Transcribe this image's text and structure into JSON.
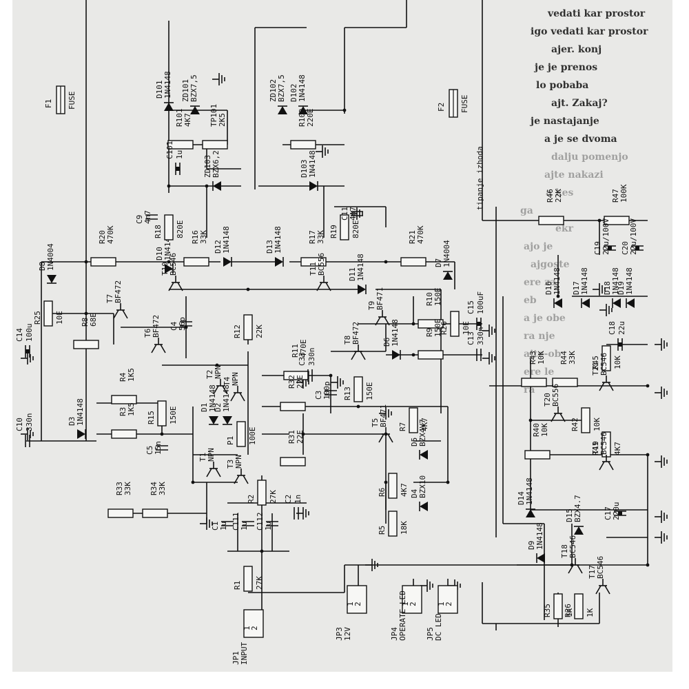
{
  "background_text": [
    "vedati kar prostor",
    "igo vedati kar prostor",
    "ajer. konj",
    "je je prenos",
    "lo pobaba",
    "ajt. Zakaj?",
    "je nastajanje",
    "a je se dvoma",
    "dalju pomenjo",
    "ajte nakazi",
    "a kes",
    "ga",
    "ekr",
    "ajo je",
    "ajgoste",
    "ere za",
    "eb",
    "a je obe",
    "ra nje",
    "ajte-ob",
    "ere le",
    "ra"
  ],
  "fuses": [
    {
      "ref": "F1",
      "value": "FUSE"
    },
    {
      "ref": "F2",
      "value": "FUSE"
    }
  ],
  "diodes": [
    {
      "ref": "D101",
      "value": "1N4148"
    },
    {
      "ref": "ZD101",
      "value": "BZX7,5"
    },
    {
      "ref": "ZD102",
      "value": "BZX7,5"
    },
    {
      "ref": "D102",
      "value": "1N4148"
    },
    {
      "ref": "ZD103",
      "value": "BZX6,2"
    },
    {
      "ref": "D103",
      "value": "1N4148"
    },
    {
      "ref": "D8",
      "value": "1N4004"
    },
    {
      "ref": "D10",
      "value": "1N4148"
    },
    {
      "ref": "D12",
      "value": "1N4148"
    },
    {
      "ref": "D13",
      "value": "1N4148"
    },
    {
      "ref": "D11",
      "value": "1N4148"
    },
    {
      "ref": "D7",
      "value": "1N4004"
    },
    {
      "ref": "D3",
      "value": "1N4148"
    },
    {
      "ref": "D1",
      "value": "1N4148"
    },
    {
      "ref": "D2",
      "value": "1N4148"
    },
    {
      "ref": "D6",
      "value": "1N4148"
    },
    {
      "ref": "D5",
      "value": "BZX4V7"
    },
    {
      "ref": "D4",
      "value": "BZX10"
    },
    {
      "ref": "D16",
      "value": "1N4148"
    },
    {
      "ref": "D17",
      "value": "1N4148"
    },
    {
      "ref": "D18",
      "value": "1N4148"
    },
    {
      "ref": "D19",
      "value": "1N4148"
    },
    {
      "ref": "D14",
      "value": "1N4148"
    },
    {
      "ref": "D15",
      "value": "BZX4.7"
    },
    {
      "ref": "D9",
      "value": "1N4148"
    }
  ],
  "resistors": [
    {
      "ref": "R101",
      "value": "4K7"
    },
    {
      "ref": "TP101",
      "value": "2K5"
    },
    {
      "ref": "R102",
      "value": "220E"
    },
    {
      "ref": "R18",
      "value": "820E"
    },
    {
      "ref": "R19",
      "value": "820E"
    },
    {
      "ref": "R20",
      "value": "470K"
    },
    {
      "ref": "R16",
      "value": "33K"
    },
    {
      "ref": "R17",
      "value": "33K"
    },
    {
      "ref": "R21",
      "value": "470K"
    },
    {
      "ref": "R25",
      "value": "10E"
    },
    {
      "ref": "R8",
      "value": "68E"
    },
    {
      "ref": "R12",
      "value": "22K"
    },
    {
      "ref": "R11",
      "value": "470E"
    },
    {
      "ref": "R10",
      "value": "150E"
    },
    {
      "ref": "R26",
      "value": "10E"
    },
    {
      "ref": "R13",
      "value": "150E"
    },
    {
      "ref": "R9",
      "value": "150E"
    },
    {
      "ref": "R4",
      "value": "1K5"
    },
    {
      "ref": "R3",
      "value": "1K5"
    },
    {
      "ref": "R15",
      "value": "150E"
    },
    {
      "ref": "R32",
      "value": "22E"
    },
    {
      "ref": "R31",
      "value": "22E"
    },
    {
      "ref": "P1",
      "value": "100E"
    },
    {
      "ref": "R7",
      "value": "4K7"
    },
    {
      "ref": "R6",
      "value": "4K7"
    },
    {
      "ref": "R5",
      "value": "18K"
    },
    {
      "ref": "R33",
      "value": "33K"
    },
    {
      "ref": "R34",
      "value": "33K"
    },
    {
      "ref": "R2",
      "value": "27K"
    },
    {
      "ref": "R1",
      "value": "27K"
    },
    {
      "ref": "R46",
      "value": "22K"
    },
    {
      "ref": "R47",
      "value": "100K"
    },
    {
      "ref": "R45",
      "value": "10K"
    },
    {
      "ref": "R43",
      "value": "10K"
    },
    {
      "ref": "R44",
      "value": "33K"
    },
    {
      "ref": "R42",
      "value": "10K"
    },
    {
      "ref": "R41",
      "value": "4K7"
    },
    {
      "ref": "R40",
      "value": "10K"
    },
    {
      "ref": "R35",
      "value": "1K"
    },
    {
      "ref": "R36",
      "value": "1K"
    }
  ],
  "capacitors": [
    {
      "ref": "C101",
      "value": "1u"
    },
    {
      "ref": "C9",
      "value": "4n7"
    },
    {
      "ref": "C11",
      "value": "4n7"
    },
    {
      "ref": "C14",
      "value": "100u"
    },
    {
      "ref": "C4",
      "value": "56p"
    },
    {
      "ref": "C33",
      "value": "330n"
    },
    {
      "ref": "C3",
      "value": "100p"
    },
    {
      "ref": "C15",
      "value": "100uF"
    },
    {
      "ref": "C13",
      "value": "330n"
    },
    {
      "ref": "C10",
      "value": "330n"
    },
    {
      "ref": "C5",
      "value": "15n"
    },
    {
      "ref": "C1",
      "value": "1u"
    },
    {
      "ref": "C111",
      "value": "1u"
    },
    {
      "ref": "C112",
      "value": "1u"
    },
    {
      "ref": "C2",
      "value": "1n"
    },
    {
      "ref": "C19",
      "value": "22u/100V"
    },
    {
      "ref": "C20",
      "value": "22u/100V"
    },
    {
      "ref": "C18",
      "value": "22u"
    },
    {
      "ref": "C17",
      "value": "220u"
    }
  ],
  "transistors": [
    {
      "ref": "T10",
      "value": "BC546"
    },
    {
      "ref": "T11",
      "value": "BC556"
    },
    {
      "ref": "T7",
      "value": "BF472"
    },
    {
      "ref": "T6",
      "value": "BF472"
    },
    {
      "ref": "T9",
      "value": "BF471"
    },
    {
      "ref": "T8",
      "value": "BF472"
    },
    {
      "ref": "T2",
      "value": "NPN"
    },
    {
      "ref": "T4",
      "value": "NPN"
    },
    {
      "ref": "T1",
      "value": "NPN"
    },
    {
      "ref": "T3",
      "value": "NPN"
    },
    {
      "ref": "T5",
      "value": "BF471"
    },
    {
      "ref": "T21",
      "value": "BC546"
    },
    {
      "ref": "T20",
      "value": "BC556"
    },
    {
      "ref": "T19",
      "value": "BC546"
    },
    {
      "ref": "T18",
      "value": "BC546"
    },
    {
      "ref": "T17",
      "value": "BC546"
    }
  ],
  "connectors": [
    {
      "ref": "JP1",
      "value": "INPUT",
      "pins": [
        "1",
        "2"
      ]
    },
    {
      "ref": "JP3",
      "value": "12V",
      "pins": [
        "1",
        "2"
      ]
    },
    {
      "ref": "JP4",
      "value": "OPERATE LED",
      "pins": [
        "1",
        "2"
      ]
    },
    {
      "ref": "JP5",
      "value": "DC LED",
      "pins": [
        "1",
        "2"
      ]
    }
  ],
  "net_labels": [
    {
      "text": "tipanje izhoda"
    }
  ]
}
